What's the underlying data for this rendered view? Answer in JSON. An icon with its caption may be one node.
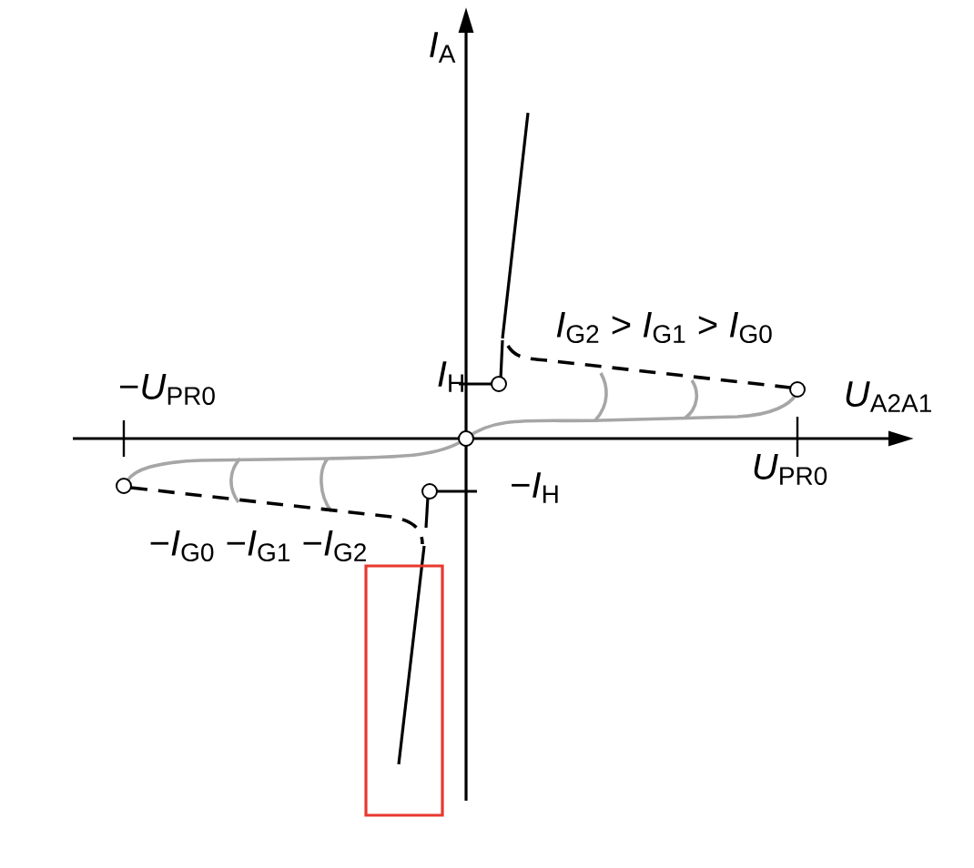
{
  "diagram": {
    "labels": [
      "*I*$_{A}$",
      "*I*$_{G2}$ > *I*$_{G1}$ > *I*$_{G0}$",
      "*I*$_{H}$",
      "−*U*$_{PR0}$",
      "*U*$_{A2A1}$",
      "*U*$_{PR0}$",
      "−*I*$_{H}$",
      "−*I*$_{G0}$ −*I*$_{G1}$ −*I*$_{G2}$"
    ]
  }
}
